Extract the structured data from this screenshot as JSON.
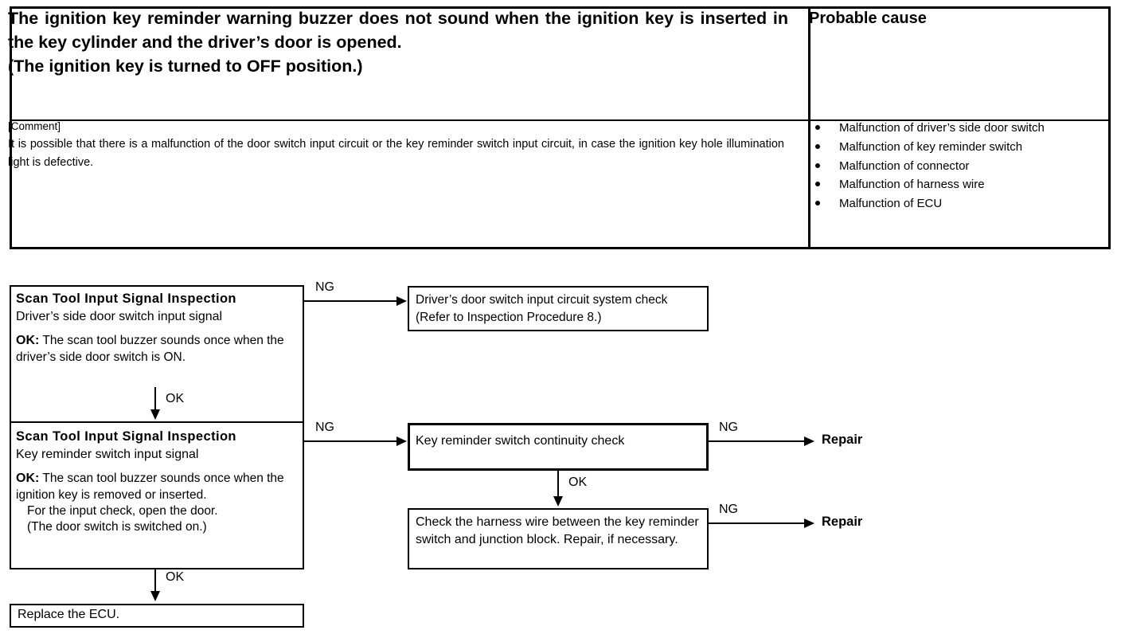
{
  "symptom_table": {
    "symptom_title": "The ignition key reminder warning buzzer does not sound when the ignition key is inserted in the key cylinder and the driver’s door is opened.",
    "symptom_title_line2": "(The ignition key is turned to OFF position.)",
    "probable_cause_header": "Probable cause",
    "comment_label": "[Comment]",
    "comment_text": "It is possible that there is a malfunction of the door switch input circuit or the key reminder switch input circuit, in case the ignition key hole illumination light is defective.",
    "causes": [
      "Malfunction of  driver’s side door switch",
      "Malfunction of key reminder switch",
      "Malfunction of  connector",
      "Malfunction of  harness wire",
      "Malfunction of  ECU"
    ]
  },
  "flowchart": {
    "scan1": {
      "title": "Scan Tool Input Signal Inspection",
      "subtitle": "Driver’s side door switch input signal",
      "ok_label": "OK:",
      "ok_text": "The scan tool buzzer sounds once when the driver’s side door switch is ON."
    },
    "scan2": {
      "title": "Scan Tool Input Signal Inspection",
      "subtitle": "Key reminder switch input signal",
      "ok_label": "OK:",
      "ok_text": "The scan tool buzzer sounds once when the ignition key is removed or inserted.",
      "extra_line1": "For the input check, open the door.",
      "extra_line2": "(The door switch is switched on.)"
    },
    "door_circuit_check": "Driver’s door switch input circuit system check (Refer to Inspection Procedure 8.)",
    "continuity_check": "Key reminder switch continuity check",
    "harness_check": "Check the harness wire between the key reminder switch and junction block. Repair, if necessary.",
    "replace_ecu": "Replace the ECU.",
    "repair_1": "Repair",
    "repair_2": "Repair",
    "edge_ng_1": "NG",
    "edge_ng_2": "NG",
    "edge_ng_3": "NG",
    "edge_ng_4": "NG",
    "edge_ok_1": "OK",
    "edge_ok_2": "OK",
    "edge_ok_3": "OK"
  },
  "colors": {
    "ink": "#000000",
    "paper": "#ffffff"
  }
}
